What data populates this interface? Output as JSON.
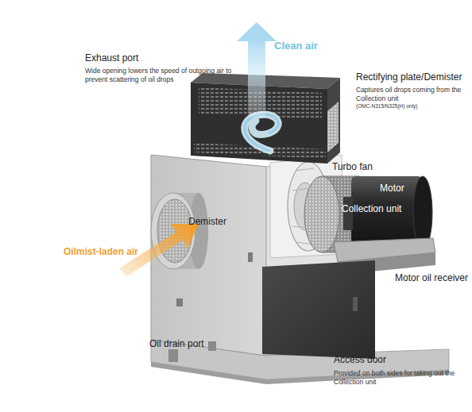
{
  "diagram": {
    "labels": [
      "Clean air",
      "Exhaust port",
      "Wide opening lowers the speed of outgoing air to prevent scattering of oil drops",
      "Rectifying plate/Demister",
      "Captures oil drops coming from the Collection unit",
      "(OMC-N315/N325(H) only)",
      "Turbo fan",
      "Motor",
      "Collection unit",
      "Demister",
      "Oilmist-laden air",
      "Motor oil receiver",
      "Oil drain port",
      "Access door",
      "Provided on both sides for taking out the Collection unit"
    ]
  }
}
